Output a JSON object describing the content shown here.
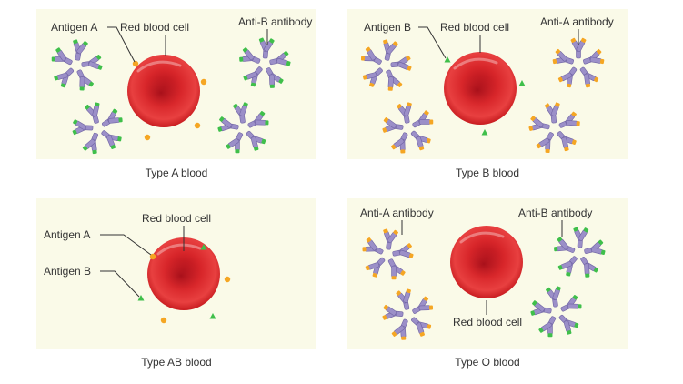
{
  "colors": {
    "panel_bg": "#fafae8",
    "cell_outer": "#c8181c",
    "cell_inner": "#e8383a",
    "antibody_arm": "#9b8fc8",
    "antibody_arm_stroke": "#6f63a3",
    "antigen_a": "#f5a623",
    "antigen_b": "#3fbf4a",
    "label_text": "#333333",
    "leader_line": "#333333"
  },
  "panels": [
    {
      "id": "type-a",
      "caption": "Type A blood",
      "labels": {
        "antigen": "Antigen A",
        "cell": "Red blood cell",
        "antibody": "Anti-B antibody"
      }
    },
    {
      "id": "type-b",
      "caption": "Type B blood",
      "labels": {
        "antigen": "Antigen B",
        "cell": "Red blood cell",
        "antibody": "Anti-A antibody"
      }
    },
    {
      "id": "type-ab",
      "caption": "Type AB blood",
      "labels": {
        "antigen_a": "Antigen A",
        "antigen_b": "Antigen B",
        "cell": "Red blood cell"
      }
    },
    {
      "id": "type-o",
      "caption": "Type O blood",
      "labels": {
        "antibody_a": "Anti-A antibody",
        "antibody_b": "Anti-B antibody",
        "cell": "Red blood cell"
      }
    }
  ]
}
